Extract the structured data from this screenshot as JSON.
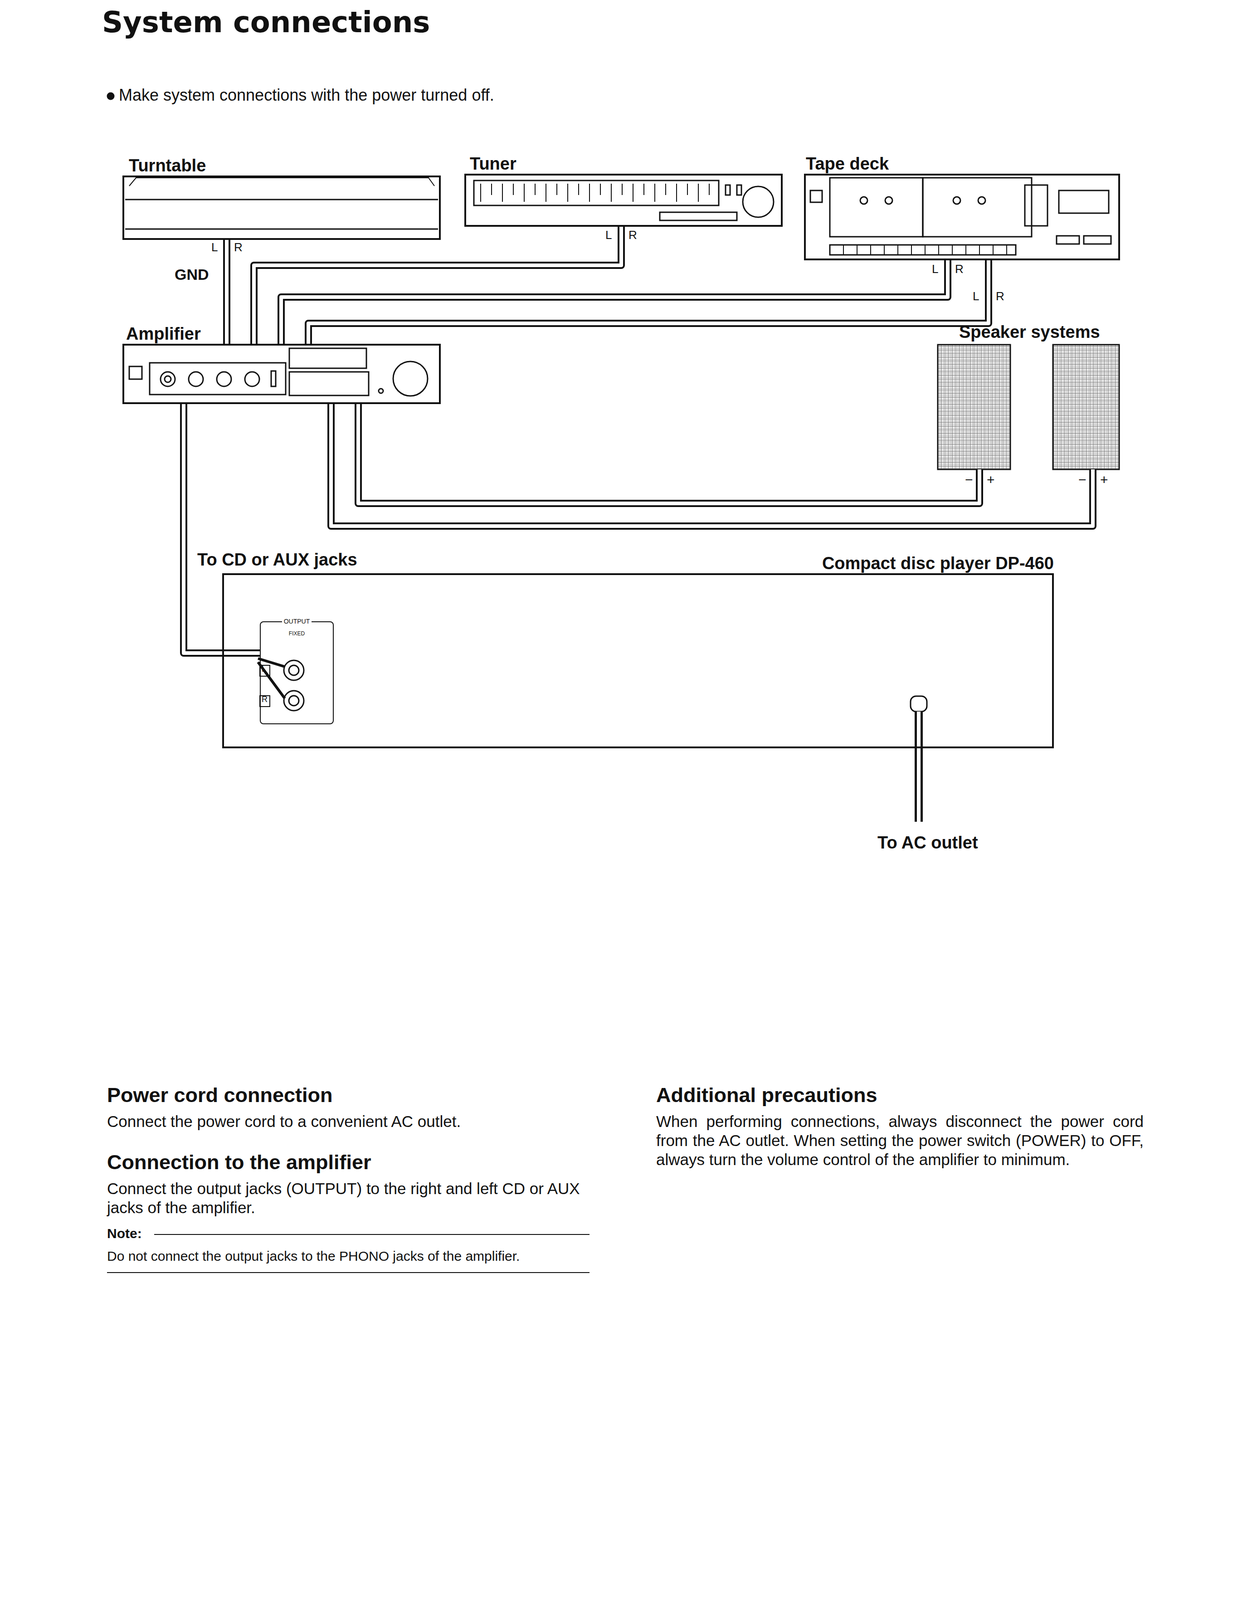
{
  "diagram": {
    "title": "System connections",
    "nodes": [
      {
        "text": [
          "Turntable"
        ]
      },
      {
        "text": [
          "Tuner"
        ]
      },
      {
        "text": [
          "Tape deck"
        ]
      },
      {
        "text": [
          "Amplifier"
        ]
      },
      {
        "text": [
          "Speaker systems"
        ]
      },
      {
        "text": [
          "Compact disc player DP-460"
        ]
      },
      {
        "text": [
          "OUTPUT",
          "FIXED"
        ],
        "in": 5
      }
    ],
    "edges": [
      {
        "from": 0,
        "to": 3,
        "arrow": "none"
      },
      {
        "from": 1,
        "to": 3,
        "arrow": "none"
      },
      {
        "from": 2,
        "to": 3,
        "arrow": "none"
      },
      {
        "from": 2,
        "to": 3,
        "arrow": "none"
      },
      {
        "from": 3,
        "to": 4,
        "arrow": "none"
      },
      {
        "from": 3,
        "to": 4,
        "arrow": "none"
      },
      {
        "from": 3,
        "to": 6,
        "arrow": "none"
      }
    ],
    "labels": [
      "Make system connections with the power turned off.",
      "L",
      "R",
      "GND",
      "L",
      "R",
      "L",
      "R",
      "L",
      "R",
      "−",
      "+",
      "−",
      "+",
      "To CD or AUX jacks",
      "L",
      "R",
      "To AC outlet",
      "Power cord connection",
      "Connect the power cord to a convenient AC outlet.",
      "Connection to the amplifier",
      "Connect the output jacks (OUTPUT) to the right and left CD or AUX jacks of the amplifier.",
      "Note:",
      "Do not connect the output jacks to the PHONO jacks of the amplifier.",
      "Additional precautions",
      "When performing connections, always disconnect the power cord from the AC outlet. When setting the power switch (POWER) to OFF, always turn the volume control of the amplifier to minimum."
    ]
  }
}
